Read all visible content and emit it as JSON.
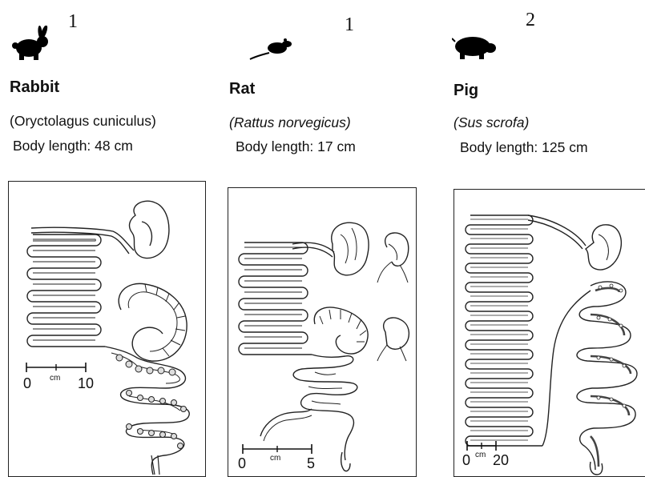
{
  "animals": [
    {
      "key": "rabbit",
      "footnote": "1",
      "name": "Rabbit",
      "scientific_name": "(Oryctolagus cuniculus)",
      "body_length": "Body length: 48 cm",
      "scale": {
        "start": "0",
        "unit": "cm",
        "end": "10"
      }
    },
    {
      "key": "rat",
      "footnote": "1",
      "name": "Rat",
      "scientific_name": "(Rattus norvegicus)",
      "body_length": "Body length: 17 cm",
      "scale": {
        "start": "0",
        "unit": "cm",
        "end": "5"
      }
    },
    {
      "key": "pig",
      "footnote": "2",
      "name": "Pig",
      "scientific_name": "(Sus scrofa)",
      "body_length": "Body length: 125 cm",
      "scale": {
        "start": "0",
        "unit": "cm",
        "end": "20"
      }
    }
  ],
  "icons": [
    "rabbit-silhouette-icon",
    "rat-silhouette-icon",
    "pig-silhouette-icon"
  ]
}
